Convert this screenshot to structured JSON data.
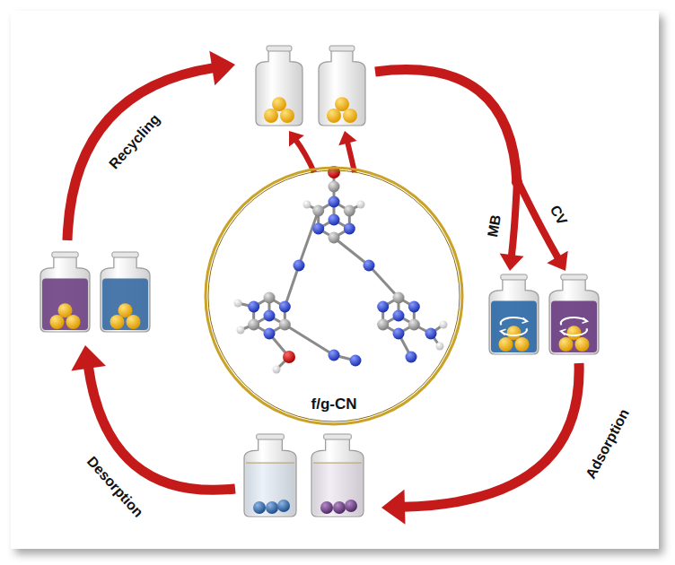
{
  "diagram": {
    "nodes": [
      {
        "text": [
          "f/g-CN"
        ]
      }
    ],
    "labels": [
      "Recycling",
      "MB",
      "CV",
      "Adsorption",
      "Desorption"
    ]
  }
}
